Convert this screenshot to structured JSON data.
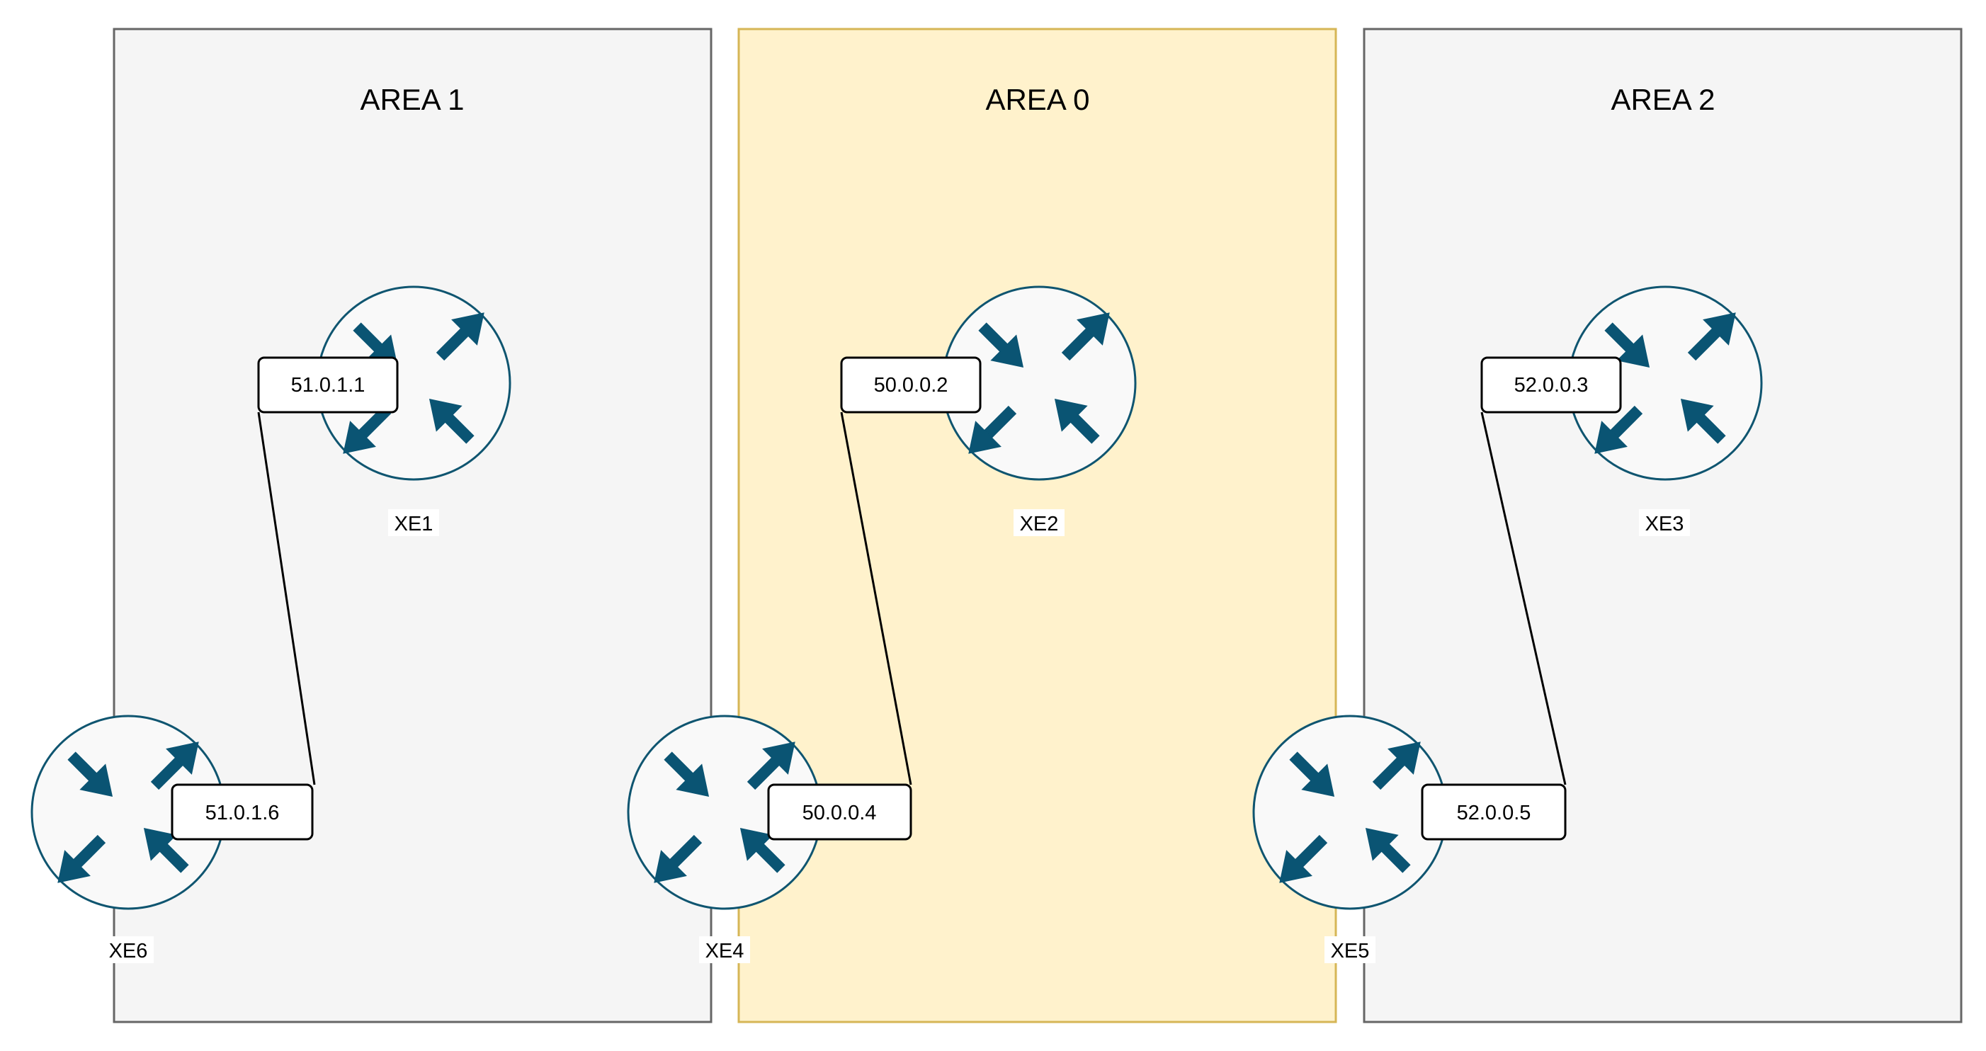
{
  "diagram": {
    "areas": [
      {
        "id": "area1",
        "label": "AREA 1",
        "fill": "#f5f5f5",
        "stroke": "#666666"
      },
      {
        "id": "area0",
        "label": "AREA 0",
        "fill": "#fff2cc",
        "stroke": "#d6b656"
      },
      {
        "id": "area2",
        "label": "AREA 2",
        "fill": "#f5f5f5",
        "stroke": "#666666"
      }
    ],
    "routers": [
      {
        "id": "xe1",
        "label": "XE1",
        "ip": "51.0.1.1"
      },
      {
        "id": "xe2",
        "label": "XE2",
        "ip": "50.0.0.2"
      },
      {
        "id": "xe3",
        "label": "XE3",
        "ip": "52.0.0.3"
      },
      {
        "id": "xe6",
        "label": "XE6",
        "ip": "51.0.1.6"
      },
      {
        "id": "xe4",
        "label": "XE4",
        "ip": "50.0.0.4"
      },
      {
        "id": "xe5",
        "label": "XE5",
        "ip": "52.0.0.5"
      }
    ],
    "links": [
      {
        "from": "xe1",
        "to": "xe6"
      },
      {
        "from": "xe2",
        "to": "xe4"
      },
      {
        "from": "xe3",
        "to": "xe5"
      }
    ],
    "colors": {
      "router_fill": "#f9f9f9",
      "router_stroke": "#0f5570",
      "arrow": "#0a5473",
      "label_border": "#000000",
      "link": "#000000"
    },
    "icon": "router-icon"
  }
}
